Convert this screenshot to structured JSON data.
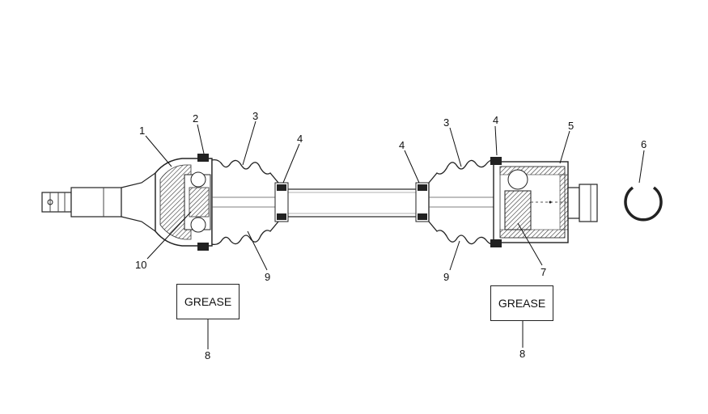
{
  "callouts": {
    "c1": "1",
    "c2": "2",
    "c3_left": "3",
    "c4_left": "4",
    "c10": "10",
    "c9_left": "9",
    "c4_mid": "4",
    "c3_right": "3",
    "c4_right": "4",
    "c5": "5",
    "c6": "6",
    "c9_right": "9",
    "c7": "7",
    "c8_left": "8",
    "c8_right": "8"
  },
  "grease": {
    "left_label": "GREASE",
    "right_label": "GREASE"
  }
}
